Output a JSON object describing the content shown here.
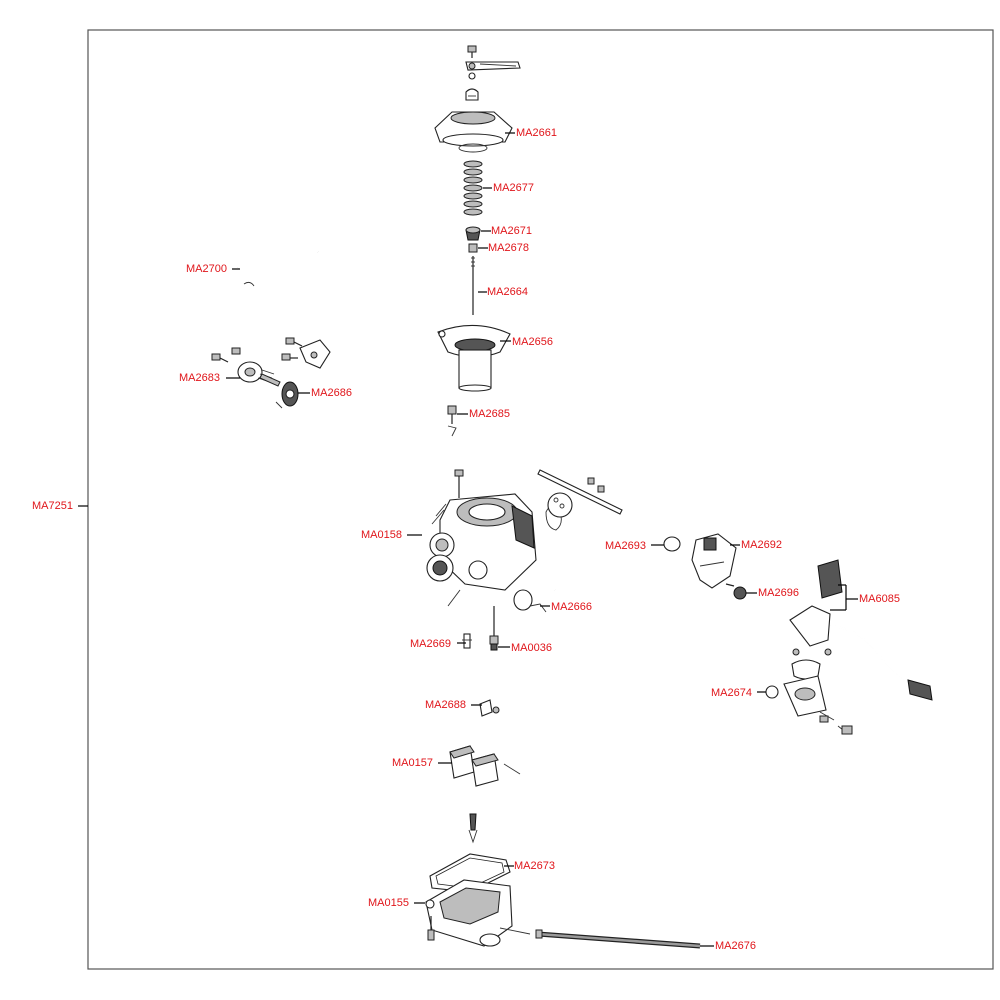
{
  "diagram": {
    "assembly_label": "MA7251",
    "parts": [
      {
        "id": "ma2661",
        "label": "MA2661"
      },
      {
        "id": "ma2677",
        "label": "MA2677"
      },
      {
        "id": "ma2671",
        "label": "MA2671"
      },
      {
        "id": "ma2678",
        "label": "MA2678"
      },
      {
        "id": "ma2700",
        "label": "MA2700"
      },
      {
        "id": "ma2664",
        "label": "MA2664"
      },
      {
        "id": "ma2656",
        "label": "MA2656"
      },
      {
        "id": "ma2683",
        "label": "MA2683"
      },
      {
        "id": "ma2686",
        "label": "MA2686"
      },
      {
        "id": "ma2685",
        "label": "MA2685"
      },
      {
        "id": "ma0158",
        "label": "MA0158"
      },
      {
        "id": "ma2693",
        "label": "MA2693"
      },
      {
        "id": "ma2692",
        "label": "MA2692"
      },
      {
        "id": "ma2696",
        "label": "MA2696"
      },
      {
        "id": "ma6085",
        "label": "MA6085"
      },
      {
        "id": "ma2666",
        "label": "MA2666"
      },
      {
        "id": "ma2669",
        "label": "MA2669"
      },
      {
        "id": "ma0036",
        "label": "MA0036"
      },
      {
        "id": "ma2674",
        "label": "MA2674"
      },
      {
        "id": "ma2688",
        "label": "MA2688"
      },
      {
        "id": "ma0157",
        "label": "MA0157"
      },
      {
        "id": "ma2673",
        "label": "MA2673"
      },
      {
        "id": "ma0155",
        "label": "MA0155"
      },
      {
        "id": "ma2676",
        "label": "MA2676"
      }
    ],
    "colors": {
      "label": "#e0161b",
      "line": "#000000",
      "frame": "#555555"
    }
  }
}
